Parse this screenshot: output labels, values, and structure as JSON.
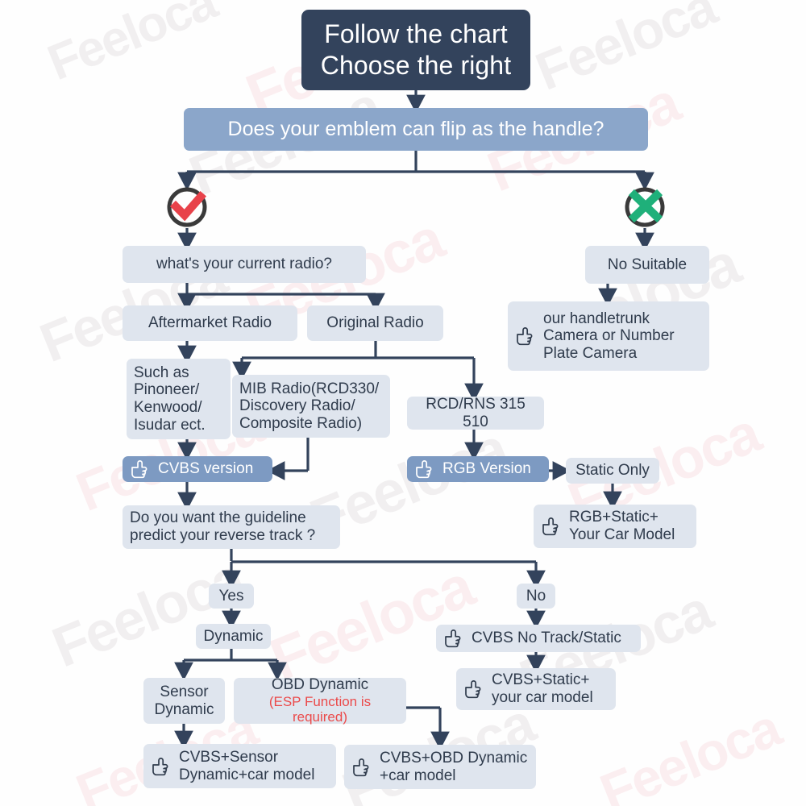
{
  "title": "Follow the chart / Choose the right - radio compatibility flowchart",
  "colors": {
    "header_bg": "#33435c",
    "question_bg": "#8ba6ca",
    "node_bg": "#dfe5ee",
    "accent_bg": "#7d9ac2",
    "text": "#2f3b4c",
    "warning_text": "#eb4a4a",
    "line": "#33435c",
    "check_red": "#e8424a",
    "cross_green": "#1fb07a",
    "ring": "#3a3a3a"
  },
  "watermark": {
    "text": "Feeloca"
  },
  "header": {
    "line1": "Follow the chart",
    "line2": "Choose the right"
  },
  "nodes": {
    "q_emblem": "Does your emblem can flip as the handle?",
    "yes_badge": "check-mark",
    "no_badge": "cross-mark",
    "q_radio": "what's your current radio?",
    "aftermarket": "Aftermarket Radio",
    "original": "Original Radio",
    "no_suitable": "No Suitable",
    "handletrunk": {
      "line1": "our handletrunk",
      "line2": "Camera or Number",
      "line3": "Plate Camera"
    },
    "such_as": {
      "line1": "Such as",
      "line2": "Pinoneer/",
      "line3": "Kenwood/",
      "line4": "Isudar ect."
    },
    "mib_radio": {
      "line1": "MIB Radio(RCD330/",
      "line2": "Discovery Radio/",
      "line3": "Composite Radio)"
    },
    "rcd_rns": "RCD/RNS 315 510",
    "cvbs_version": "CVBS version",
    "rgb_version": "RGB Version",
    "static_only": "Static Only",
    "rgb_static": {
      "line1": "RGB+Static+",
      "line2": "Your Car Model"
    },
    "q_guideline": {
      "line1": "Do you want the guideline",
      "line2": "predict your reverse track ?"
    },
    "yes": "Yes",
    "no": "No",
    "dynamic": "Dynamic",
    "sensor_dynamic": {
      "line1": "Sensor",
      "line2": "Dynamic"
    },
    "obd_dynamic": {
      "line1": "OBD Dynamic",
      "line2": "(ESP Function is required)"
    },
    "cvbs_no_track": "CVBS  No Track/Static",
    "cvbs_static": {
      "line1": "CVBS+Static+",
      "line2": "your car model"
    },
    "cvbs_sensor": {
      "line1": "CVBS+Sensor",
      "line2": "Dynamic+car model"
    },
    "cvbs_obd": {
      "line1": "CVBS+OBD Dynamic",
      "line2": "+car model"
    }
  }
}
